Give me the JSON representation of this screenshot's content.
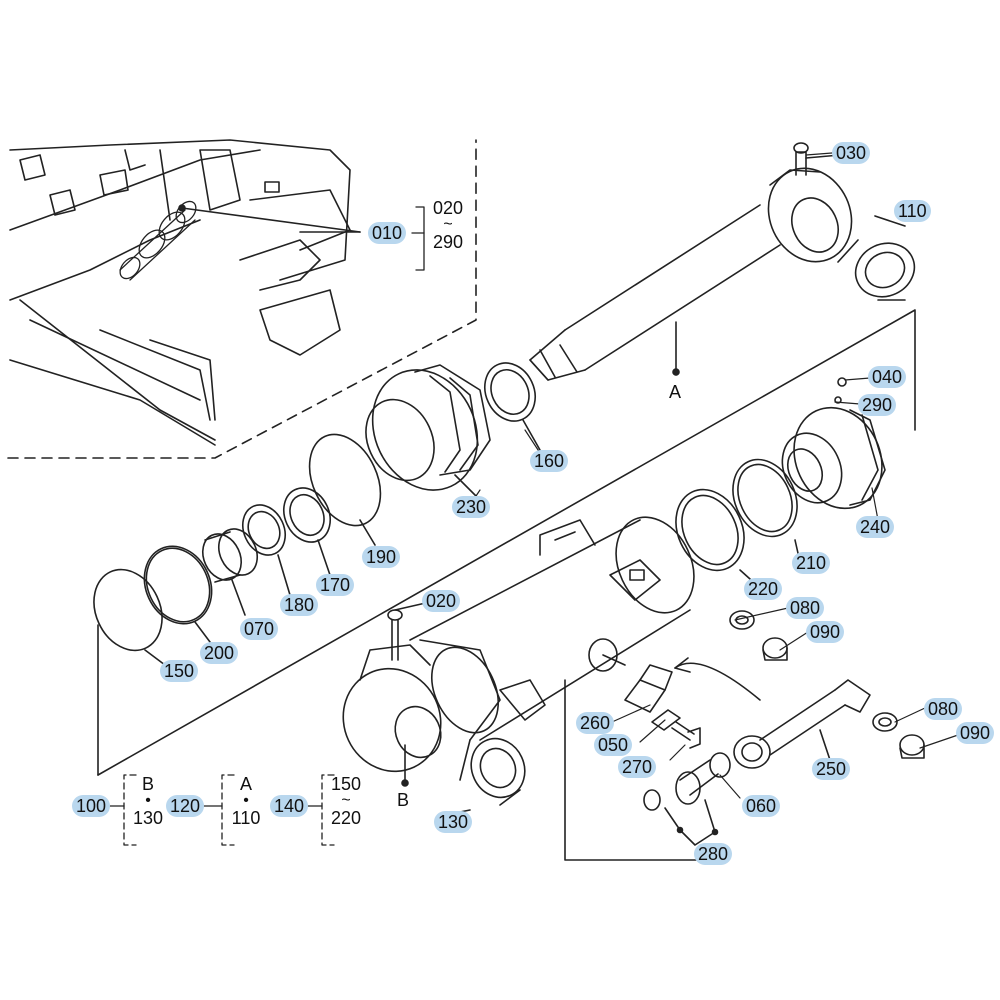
{
  "callouts": {
    "c010": "010",
    "c030": "030",
    "c110": "110",
    "c040": "040",
    "c290": "290",
    "c160": "160",
    "c230": "230",
    "c240": "240",
    "c210": "210",
    "c220": "220",
    "c190": "190",
    "c170": "170",
    "c180": "180",
    "c070": "070",
    "c200": "200",
    "c150": "150",
    "c020": "020",
    "c080a": "080",
    "c090a": "090",
    "c080b": "080",
    "c090b": "090",
    "c250": "250",
    "c260": "260",
    "c050": "050",
    "c270": "270",
    "c060": "060",
    "c280": "280",
    "c130": "130",
    "c100": "100",
    "c120": "120",
    "c140": "140"
  },
  "ranges": {
    "r010": {
      "from": "020",
      "sep": "~",
      "to": "290"
    },
    "r100": {
      "from": "B",
      "sep": "•",
      "to": "130"
    },
    "r120": {
      "from": "A",
      "sep": "•",
      "to": "110"
    },
    "r140": {
      "from": "150",
      "sep": "~",
      "to": "220"
    }
  },
  "markers": {
    "A": "A",
    "B": "B"
  }
}
